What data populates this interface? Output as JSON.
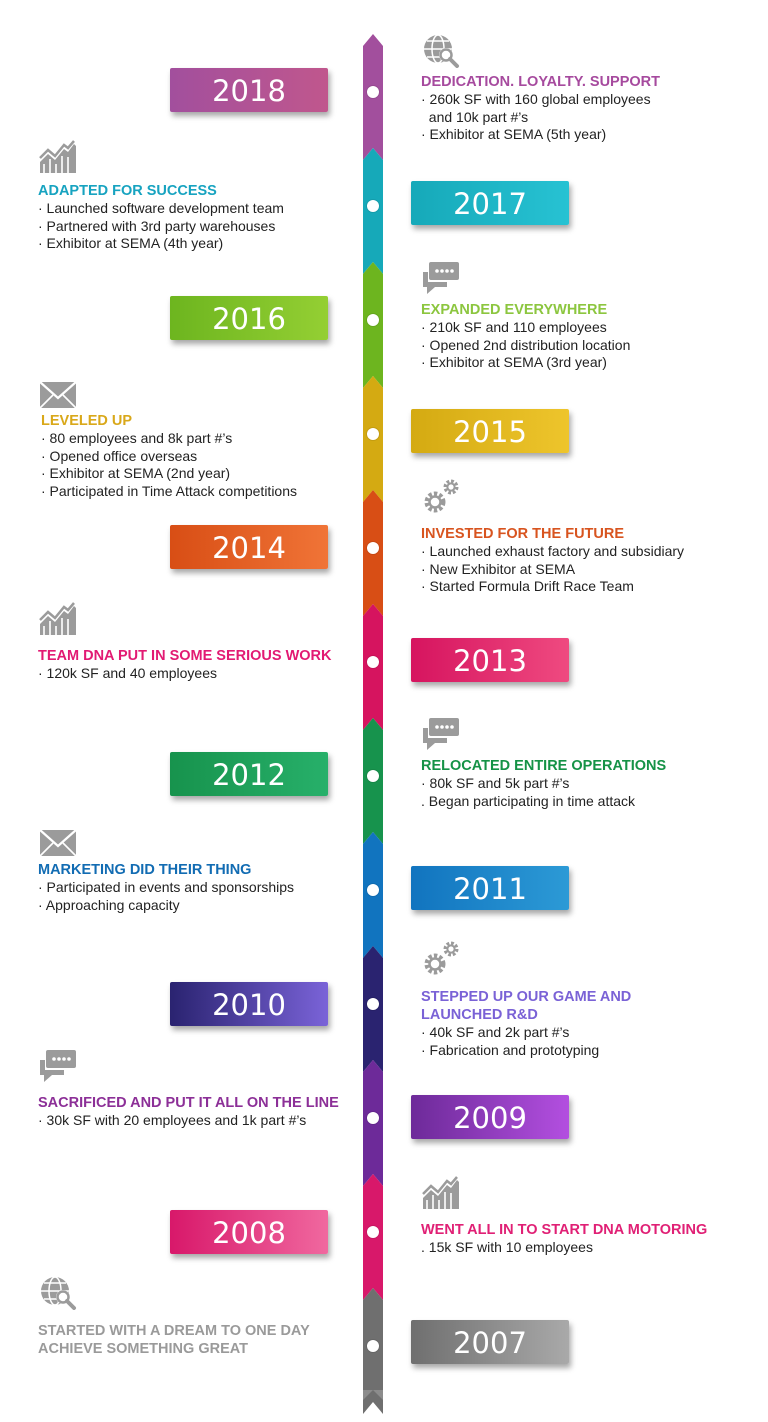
{
  "milestones": [
    {
      "year": "2018",
      "color": "#a24f9d",
      "color2": "#c0578d",
      "icon": "globe-search-icon",
      "title": "DEDICATION. LOYALTY. SUPPORT",
      "title_color": "#a64a9e",
      "lines": [
        "· 260k SF with 160 global employees",
        "  and 10k part #’s",
        "· Exhibitor at SEMA (5th year)"
      ]
    },
    {
      "year": "2017",
      "color": "#16a9b9",
      "color2": "#27c2d3",
      "icon": "growth-chart-icon",
      "title": "ADAPTED FOR SUCCESS",
      "title_color": "#17a3c0",
      "lines": [
        "· Launched software development team",
        "· Partnered with 3rd party warehouses",
        "· Exhibitor at SEMA (4th year)"
      ]
    },
    {
      "year": "2016",
      "color": "#6db51f",
      "color2": "#94cf33",
      "icon": "chat-bubble-icon",
      "title": "EXPANDED EVERYWHERE",
      "title_color": "#8cc63f",
      "lines": [
        "· 210k SF and 110 employees",
        "· Opened 2nd distribution location",
        "· Exhibitor at SEMA (3rd year)"
      ]
    },
    {
      "year": "2015",
      "color": "#d4aa12",
      "color2": "#eec52c",
      "icon": "envelope-icon",
      "title": "LEVELED UP",
      "title_color": "#d9a81a",
      "lines": [
        "· 80 employees and 8k part #’s",
        "· Opened office overseas",
        "· Exhibitor at SEMA (2nd year)",
        "· Participated in Time Attack competitions"
      ]
    },
    {
      "year": "2014",
      "color": "#d84e15",
      "color2": "#f07437",
      "icon": "gears-icon",
      "title": "INVESTED FOR THE FUTURE",
      "title_color": "#d8541f",
      "lines": [
        "· Launched exhaust factory and subsidiary",
        "· New Exhibitor at SEMA",
        "· Started Formula Drift Race Team"
      ]
    },
    {
      "year": "2013",
      "color": "#d6145f",
      "color2": "#ef4a80",
      "icon": "growth-chart-icon",
      "title": "TEAM DNA PUT IN SOME SERIOUS WORK",
      "title_color": "#e21a73",
      "lines": [
        "· 120k SF and 40 employees"
      ]
    },
    {
      "year": "2012",
      "color": "#17934d",
      "color2": "#27b06a",
      "icon": "chat-bubble-icon",
      "title": "RELOCATED ENTIRE OPERATIONS",
      "title_color": "#159246",
      "lines": [
        "· 80k SF and 5k part #’s",
        ". Began participating in time attack"
      ]
    },
    {
      "year": "2011",
      "color": "#1174bf",
      "color2": "#2c9ad6",
      "icon": "envelope-icon",
      "title": "MARKETING DID THEIR THING",
      "title_color": "#126cb3",
      "lines": [
        "· Participated in events and sponsorships",
        "· Approaching capacity"
      ]
    },
    {
      "year": "2010",
      "color": "#2a2370",
      "color2": "#7a63d8",
      "icon": "gears-icon",
      "title": "STEPPED UP OUR GAME AND",
      "title2": "LAUNCHED R&D",
      "title_color": "#7a62d6",
      "lines": [
        "· 40k SF and 2k part #’s",
        "· Fabrication and prototyping"
      ]
    },
    {
      "year": "2009",
      "color": "#6d2a99",
      "color2": "#b34fe0",
      "icon": "chat-bubble-icon",
      "title": "SACRIFICED AND PUT IT ALL ON THE LINE",
      "title_color": "#8c2f97",
      "lines": [
        "· 30k SF with 20 employees and 1k part #’s"
      ]
    },
    {
      "year": "2008",
      "color": "#d8186a",
      "color2": "#f0689f",
      "icon": "growth-chart-icon",
      "title": "WENT ALL IN TO START DNA MOTORING",
      "title_color": "#e02075",
      "lines": [
        ". 15k SF with 10 employees"
      ]
    },
    {
      "year": "2007",
      "color": "#6f6f6f",
      "color2": "#a9a9a9",
      "icon": "globe-search-icon",
      "title": "STARTED WITH A DREAM TO ONE DAY",
      "title2": "ACHIEVE SOMETHING GREAT",
      "title_color": "#9a9a9a",
      "lines": []
    }
  ],
  "spine_bottom_color": "#8c8c8c",
  "icon_color": "#9b9b9b"
}
